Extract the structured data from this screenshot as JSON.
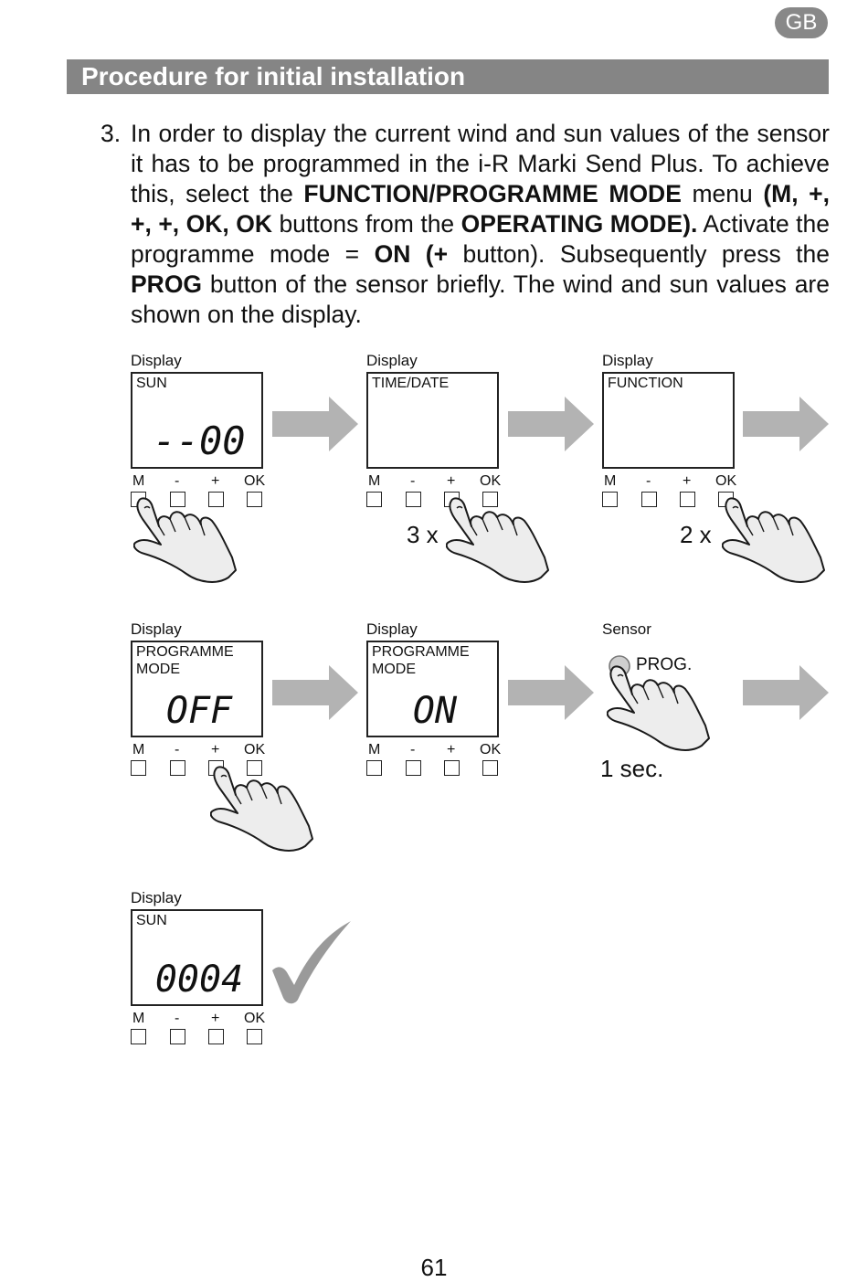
{
  "header": {
    "language_badge": "GB",
    "section_title": "Procedure for initial installation"
  },
  "step": {
    "number": "3.",
    "segments": [
      {
        "text": "In order to display the current wind and sun values of the sensor it has to be programmed in the i-R Marki Send Plus. To achieve this, select the ",
        "bold": false
      },
      {
        "text": "FUNCTION/PROGRAMME MODE",
        "bold": true
      },
      {
        "text": " menu ",
        "bold": false
      },
      {
        "text": "(M, +, +, +, OK, OK",
        "bold": true
      },
      {
        "text": " buttons from the ",
        "bold": false
      },
      {
        "text": "OPERATING MODE).",
        "bold": true
      },
      {
        "text": " Activate the programme mode = ",
        "bold": false
      },
      {
        "text": "ON (+",
        "bold": true
      },
      {
        "text": " button). Sub­sequently press the ",
        "bold": false
      },
      {
        "text": "PROG",
        "bold": true
      },
      {
        "text": " button of the sensor briefly. The wind and sun values are shown on the display.",
        "bold": false
      }
    ]
  },
  "panels": [
    {
      "label": "Display",
      "screen_title": "SUN",
      "lcd": "--00"
    },
    {
      "label": "Display",
      "screen_title": "TIME/DATE",
      "lcd": ""
    },
    {
      "label": "Display",
      "screen_title": "FUNCTION",
      "lcd": ""
    },
    {
      "label": "Display",
      "screen_title": "PROGRAMME\nMODE",
      "lcd": "OFF"
    },
    {
      "label": "Display",
      "screen_title": "PROGRAMME\nMODE",
      "lcd": "ON"
    },
    {
      "label": "Display",
      "screen_title": "SUN",
      "lcd": "0004"
    }
  ],
  "sensor": {
    "label": "Sensor",
    "button_label": "PROG.",
    "duration": "1 sec."
  },
  "buttons": [
    "M",
    "-",
    "+",
    "OK"
  ],
  "press_counts": {
    "plus": "3 x",
    "ok": "2 x"
  },
  "icons": [
    "hand-pointer-icon",
    "right-arrow-icon",
    "check-mark-icon"
  ],
  "colors": {
    "section_bar": "#858585",
    "badge": "#888888",
    "arrow": "#b3b3b3",
    "hand_fill": "#ededed",
    "check": "#9a9a9a"
  },
  "page_number": "61"
}
